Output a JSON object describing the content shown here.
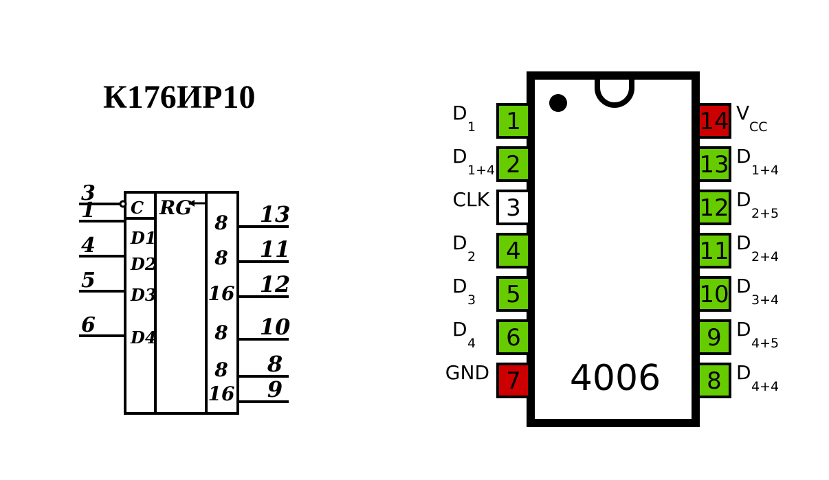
{
  "left": {
    "title": "К176ИР10",
    "inputs": [
      {
        "pin": "3",
        "label": "C"
      },
      {
        "pin": "1",
        "label": "D1"
      },
      {
        "pin": "4",
        "label": "D2"
      },
      {
        "pin": "5",
        "label": "D3"
      },
      {
        "pin": "6",
        "label": "D4"
      }
    ],
    "function_label": "RG",
    "outputs": [
      {
        "bits": "8",
        "pin": "13"
      },
      {
        "bits": "8",
        "pin": "11"
      },
      {
        "bits": "16",
        "pin": "12"
      },
      {
        "bits": "8",
        "pin": "10"
      },
      {
        "bits": "8",
        "pin": "8"
      },
      {
        "bits": "16",
        "pin": "9"
      }
    ]
  },
  "right": {
    "chip_name": "4006",
    "colors": {
      "green": "#66cc00",
      "red": "#cc0000",
      "white": "#ffffff"
    },
    "left_pins": [
      {
        "num": "1",
        "name": "D",
        "sub": "1",
        "color": "green"
      },
      {
        "num": "2",
        "name": "D",
        "sub": "1+4",
        "color": "green"
      },
      {
        "num": "3",
        "name": "CLK",
        "sub": "",
        "color": "white"
      },
      {
        "num": "4",
        "name": "D",
        "sub": "2",
        "color": "green"
      },
      {
        "num": "5",
        "name": "D",
        "sub": "3",
        "color": "green"
      },
      {
        "num": "6",
        "name": "D",
        "sub": "4",
        "color": "green"
      },
      {
        "num": "7",
        "name": "GND",
        "sub": "",
        "color": "red"
      }
    ],
    "right_pins": [
      {
        "num": "14",
        "name": "V",
        "sub": "CC",
        "color": "red"
      },
      {
        "num": "13",
        "name": "D",
        "sub": "1+4",
        "color": "green"
      },
      {
        "num": "12",
        "name": "D",
        "sub": "2+5",
        "color": "green"
      },
      {
        "num": "11",
        "name": "D",
        "sub": "2+4",
        "color": "green"
      },
      {
        "num": "10",
        "name": "D",
        "sub": "3+4",
        "color": "green"
      },
      {
        "num": "9",
        "name": "D",
        "sub": "4+5",
        "color": "green"
      },
      {
        "num": "8",
        "name": "D",
        "sub": "4+4",
        "color": "green"
      }
    ]
  }
}
